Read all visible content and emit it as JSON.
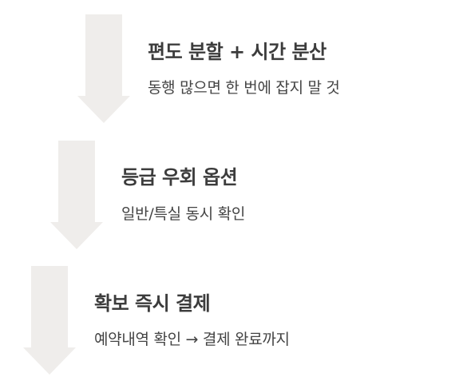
{
  "arrow_color": "#efedeb",
  "steps": [
    {
      "title": "편도 분할 + 시간 분산",
      "description": "동행 많으면 한 번에 잡지 말 것"
    },
    {
      "title": "등급 우회 옵션",
      "description": "일반/특실 동시 확인"
    },
    {
      "title": "확보 즉시 결제",
      "description": "예약내역 확인 → 결제 완료까지"
    }
  ]
}
